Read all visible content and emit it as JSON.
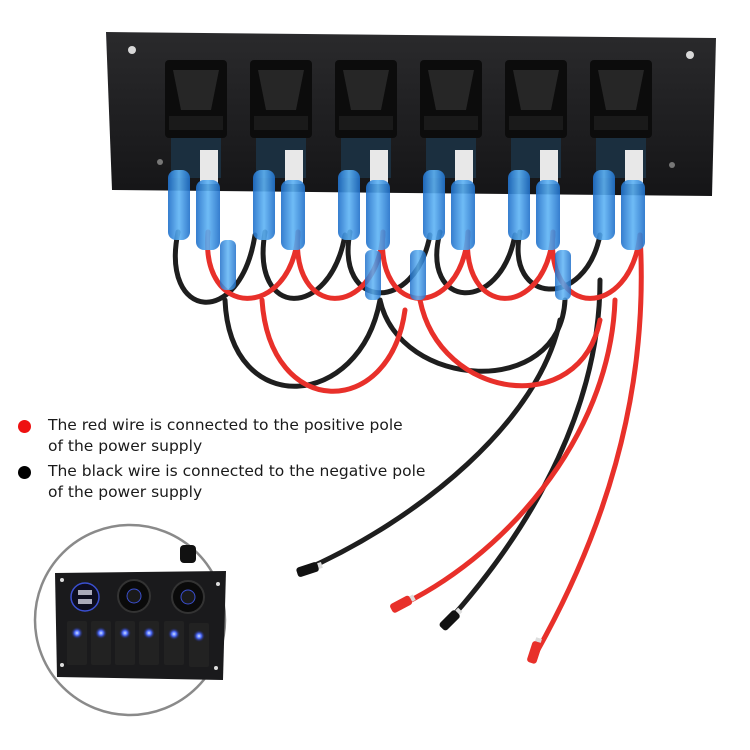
{
  "legend": {
    "items": [
      {
        "color": "#ee1111",
        "text": "The red wire is connected to the positive pole of the power supply",
        "line1": "The red wire is connected to the positive pole",
        "line2": "of the power supply"
      },
      {
        "color": "#000000",
        "text": "The black wire is connected to the negative pole of the power supply",
        "line1": "The black wire is connected to the negative pole",
        "line2": "of the power supply"
      }
    ]
  },
  "colors": {
    "panel": "#1c1c1e",
    "switch_body": "#111111",
    "terminal_blue": "#2f8fe0",
    "wire_red": "#e8302a",
    "wire_black": "#1e1e1e",
    "led_blue": "#3a5bff",
    "inset_border": "#8a8a8a"
  },
  "product": {
    "switch_count": 6,
    "inset_switch_count": 6,
    "inset_sockets": [
      "usb-dual-socket",
      "cigarette-lighter-socket",
      "cigarette-lighter-socket"
    ]
  }
}
